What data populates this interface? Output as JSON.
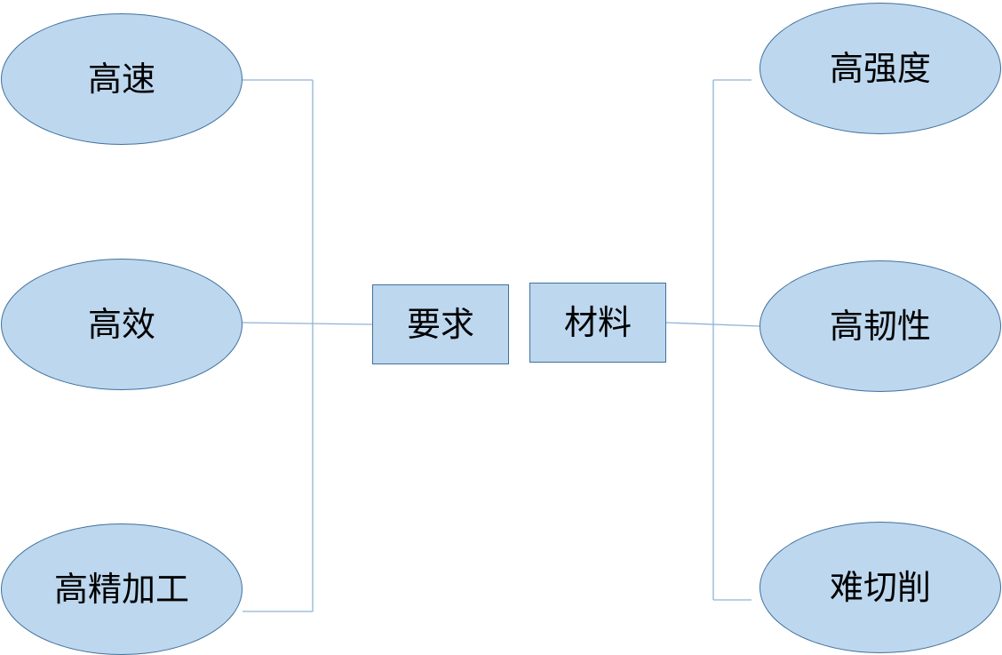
{
  "left": {
    "center": "要求",
    "items": [
      "高速",
      "高效",
      "高精加工"
    ]
  },
  "right": {
    "center": "材料",
    "items": [
      "高强度",
      "高韧性",
      "难切削"
    ]
  },
  "colors": {
    "node_fill": "#bdd7ee",
    "node_stroke": "#41719c",
    "connector": "#8fb3d6"
  }
}
